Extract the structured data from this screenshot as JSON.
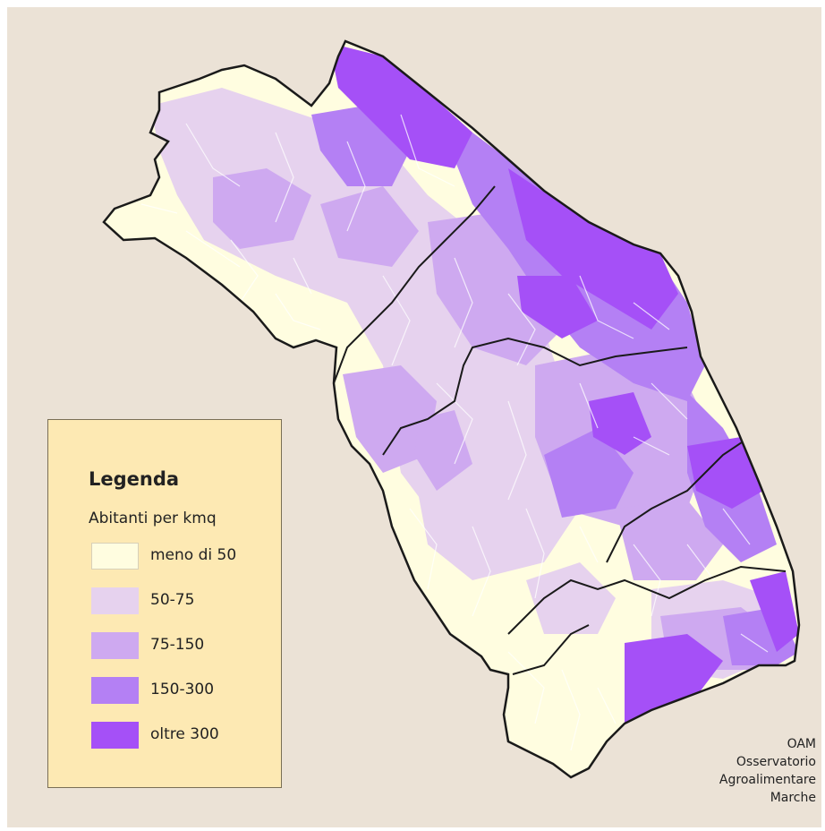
{
  "legend": {
    "title": "Legenda",
    "subtitle": "Abitanti per kmq",
    "items": [
      {
        "label": "meno di 50",
        "color": "#fffde0"
      },
      {
        "label": "50-75",
        "color": "#e6d2ee"
      },
      {
        "label": "75-150",
        "color": "#cea9f0"
      },
      {
        "label": "150-300",
        "color": "#b480f4"
      },
      {
        "label": "oltre 300",
        "color": "#a550f7"
      }
    ]
  },
  "credit": {
    "line1": "OAM",
    "line2": "Osservatorio",
    "line3": "Agroalimentare",
    "line4": "Marche"
  }
}
